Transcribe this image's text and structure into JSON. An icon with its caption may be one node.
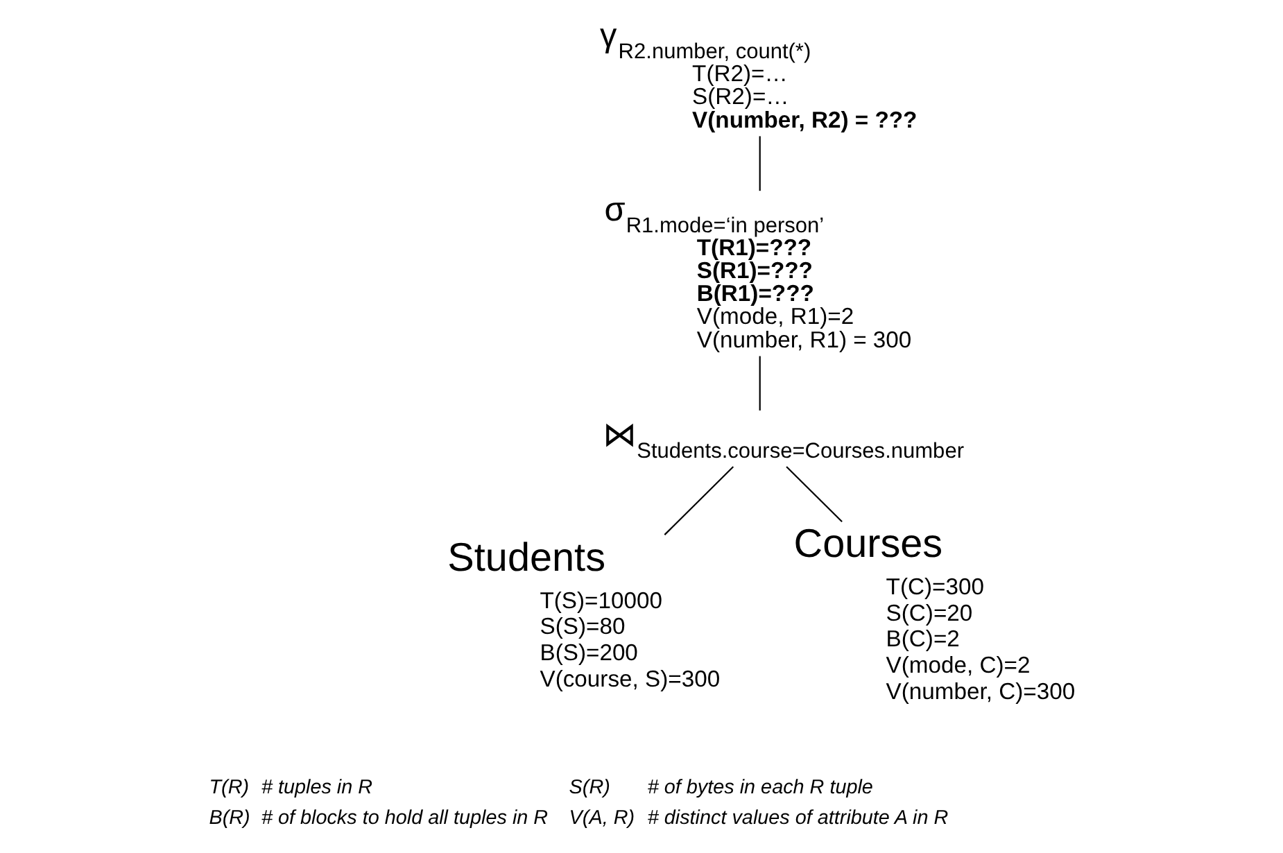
{
  "diagram": {
    "nodes": [
      {
        "text": [
          "γ$_{R2.number, count(*)}$"
        ],
        "beside": [
          "T(R2)=…",
          "S(R2)=…",
          "**V(number, R2) = ???**"
        ]
      },
      {
        "text": [
          "σ$_{R1.mode=‘in person’}$"
        ],
        "beside": [
          "**T(R1)=???**",
          "**S(R1)=???**",
          "**B(R1)=???**",
          "V(mode, R1)=2",
          "V(number, R1) = 300"
        ]
      },
      {
        "text": [
          "⋈$_{Students.course=Courses.number}$"
        ]
      },
      {
        "text": [
          "Students"
        ],
        "beside": [
          "T(S)=10000",
          "S(S)=80",
          "B(S)=200",
          "V(course, S)=300"
        ]
      },
      {
        "text": [
          "Courses"
        ],
        "beside": [
          "T(C)=300",
          "S(C)=20",
          "B(C)=2",
          "V(mode, C)=2",
          "V(number, C)=300"
        ]
      }
    ],
    "edges": [
      {
        "from": 0,
        "to": 1,
        "arrow": "none"
      },
      {
        "from": 1,
        "to": 2,
        "arrow": "none"
      },
      {
        "from": 2,
        "to": 3,
        "arrow": "none"
      },
      {
        "from": 2,
        "to": 4,
        "arrow": "none"
      }
    ],
    "labels": [
      "T(R)",
      "# tuples in R",
      "S(R)",
      "# of bytes in each R tuple",
      "B(R)",
      "# of blocks to hold all tuples in R",
      "V(A, R)",
      "# distinct values of attribute A in R"
    ]
  }
}
